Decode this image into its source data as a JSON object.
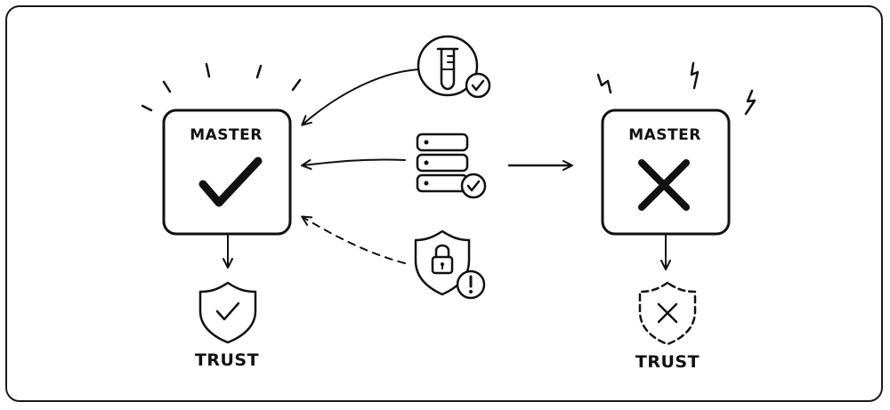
{
  "left_master": {
    "title": "MASTER",
    "status": "valid",
    "trust_label": "TRUST"
  },
  "right_master": {
    "title": "MASTER",
    "status": "invalid",
    "trust_label": "TRUST"
  },
  "sources": [
    {
      "icon": "test-tube-check-icon",
      "connector": "solid"
    },
    {
      "icon": "server-check-icon",
      "connector": "solid"
    },
    {
      "icon": "shield-lock-warning-icon",
      "connector": "dashed"
    }
  ],
  "colors": {
    "ink": "#111111",
    "background": "#ffffff"
  }
}
